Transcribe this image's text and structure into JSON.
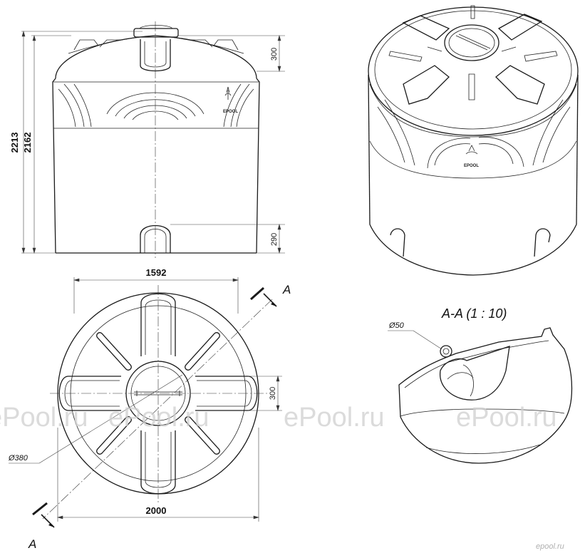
{
  "dimensions": {
    "total_height": "2213",
    "body_height": "2162",
    "top_offset": "300",
    "bottom_offset": "290",
    "top_width": "1592",
    "diameter": "2000",
    "plan_offset": "300",
    "hatch_diameter": "Ø380",
    "hole_diameter": "Ø50"
  },
  "section": {
    "marker": "A",
    "title": "A-A (1 : 10)"
  },
  "logo_text": "EPOOL",
  "watermark": "ePool.ru",
  "brand_corner": "epool.ru",
  "colors": {
    "line": "#1a1a1a",
    "watermark": "#cfcfcf"
  }
}
